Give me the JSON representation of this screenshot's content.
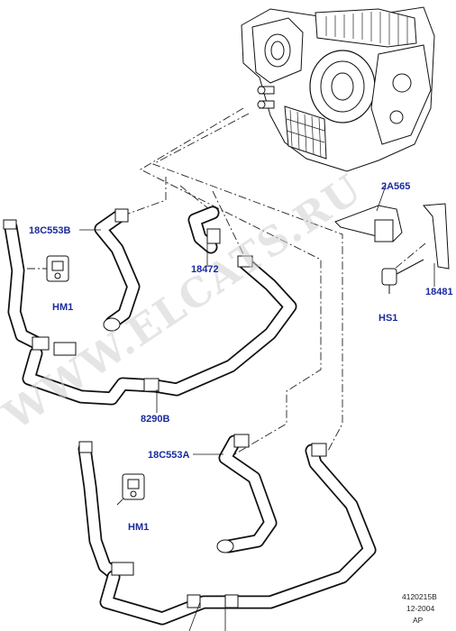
{
  "watermark": "WWW.ELCATS.RU",
  "callouts": {
    "c_2a565": "2A565",
    "c_18c553b": "18C553B",
    "c_18472": "18472",
    "c_hm1_top": "HM1",
    "c_hs1": "HS1",
    "c_18481": "18481",
    "c_8290b": "8290B",
    "c_18c553a": "18C553A",
    "c_hm1_bottom": "HM1"
  },
  "footer": {
    "drawing_number": "4120215B",
    "date": "12-2004",
    "revision": "AP"
  }
}
